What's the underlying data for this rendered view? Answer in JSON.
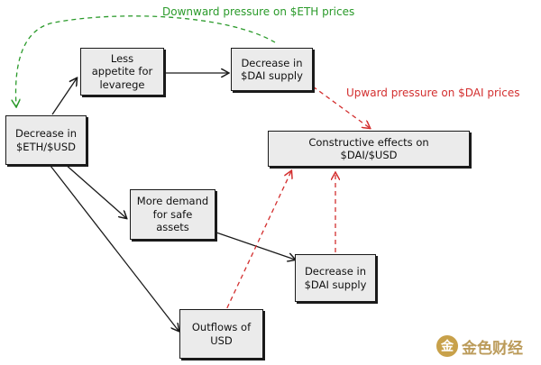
{
  "nodes": {
    "decrease_eth": "Decrease in\n$ETH/$USD",
    "less_appetite": "Less\nappetite for\nlevarege",
    "decrease_dai_top": "Decrease in\n$DAI supply",
    "constructive": "Constructive effects on\n$DAI/$USD",
    "more_demand": "More demand\nfor safe\nassets",
    "decrease_dai_bottom": "Decrease in\n$DAI supply",
    "outflows": "Outflows of\nUSD"
  },
  "edge_labels": {
    "downward_pressure": "Downward pressure on $ETH prices",
    "upward_pressure": "Upward pressure on $DAI prices"
  },
  "colors": {
    "box_fill": "#ebebeb",
    "stroke": "#1a1a1a",
    "green_dashed": "#2a9a2a",
    "red_dashed": "#d32f2f"
  },
  "watermark": {
    "logo": "金",
    "text": "金色财经"
  }
}
